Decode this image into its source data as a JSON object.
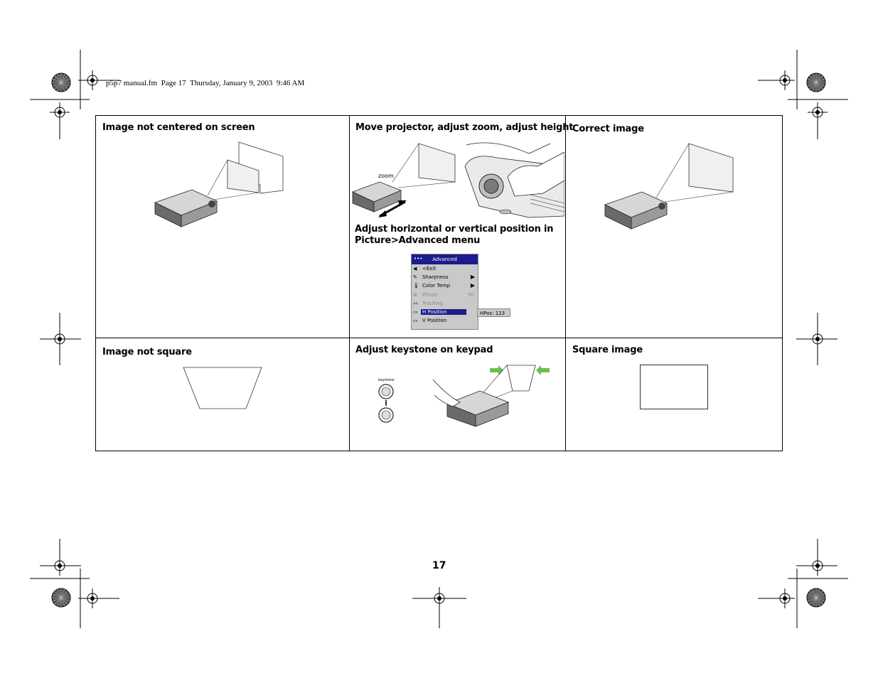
{
  "header": {
    "text": "p5p7 manual.fm  Page 17  Thursday, January 9, 2003  9:46 AM"
  },
  "table": {
    "cells": [
      {
        "title": "Image not centered on screen"
      },
      {
        "title": "Move projector, adjust zoom, adjust height"
      },
      {
        "title": "Correct image"
      },
      {
        "title": "Image not square"
      },
      {
        "title": "Adjust keystone on keypad"
      },
      {
        "title": "Square image"
      }
    ],
    "subtitle": "Adjust horizontal or vertical position in Picture>Advanced menu",
    "zoom_label": "zoom",
    "keystone_label": "keystone"
  },
  "osd_menu": {
    "title": "Advanced",
    "items": [
      {
        "label": "<Exit",
        "icon": "left-arrow-icon"
      },
      {
        "label": "Sharpness",
        "icon": "wand-icon",
        "submenu": true
      },
      {
        "label": "Color Temp",
        "icon": "thermometer-icon",
        "submenu": true
      },
      {
        "label": "Phase",
        "icon": "phase-icon",
        "value": "50",
        "disabled": true
      },
      {
        "label": "Tracking",
        "icon": "tracking-icon",
        "disabled": true
      },
      {
        "label": "H Position",
        "icon": "position-icon",
        "selected": true
      },
      {
        "label": "V Position",
        "icon": "position-icon"
      }
    ],
    "hpos_readout": "HPos:  123"
  },
  "colors": {
    "menu_bar": "#1c1c8c",
    "menu_bg": "#c9c9c9",
    "arrow_green": "#6dbf4b"
  },
  "footer": {
    "page_number": "17"
  }
}
